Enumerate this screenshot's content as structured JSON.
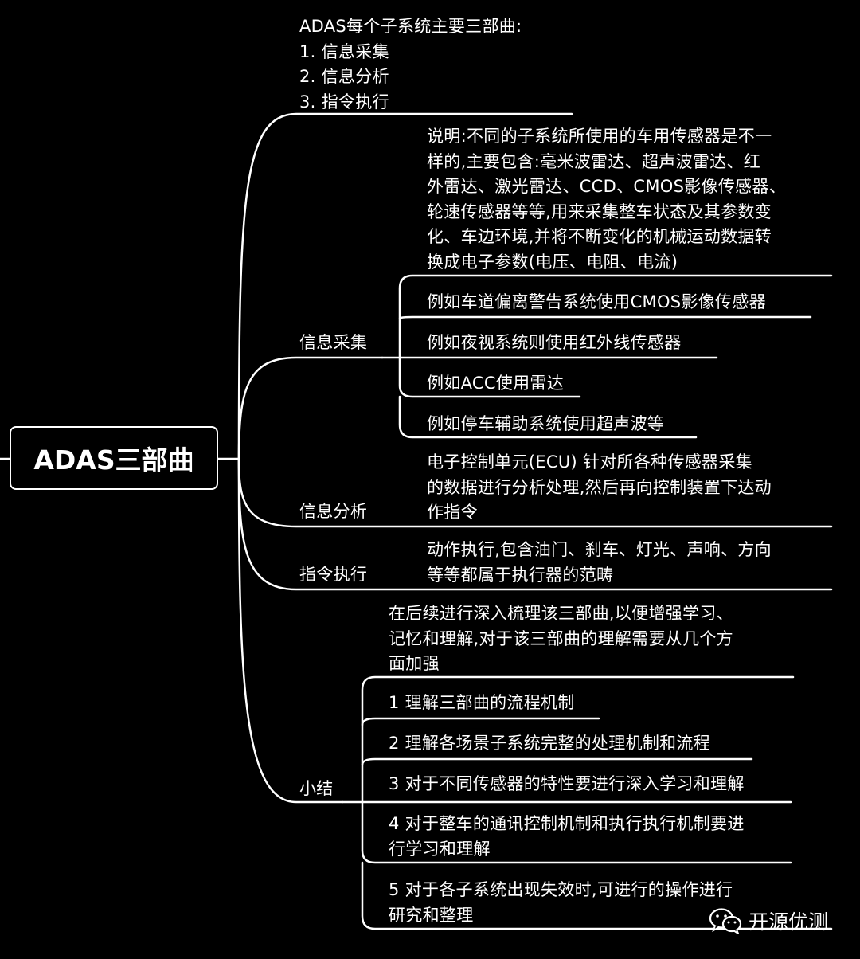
{
  "root": {
    "label": "ADAS三部曲"
  },
  "intro": {
    "text": "ADAS每个子系统主要三部曲:\n1. 信息采集\n2. 信息分析\n3. 指令执行"
  },
  "branches": {
    "collect": {
      "label": "信息采集",
      "note": "说明:不同的子系统所使用的车用传感器是不一\n样的,主要包含:毫米波雷达、超声波雷达、红\n外雷达、激光雷达、CCD、CMOS影像传感器、\n轮速传感器等等,用来采集整车状态及其参数变\n化、车边环境,并将不断变化的机械运动数据转\n换成电子参数(电压、电阻、电流)",
      "items": [
        "例如车道偏离警告系统使用CMOS影像传感器",
        "例如夜视系统则使用红外线传感器",
        "例如ACC使用雷达",
        "例如停车辅助系统使用超声波等"
      ]
    },
    "analyze": {
      "label": "信息分析",
      "text": "电子控制单元(ECU) 针对所各种传感器采集\n的数据进行分析处理,然后再向控制装置下达动\n作指令"
    },
    "execute": {
      "label": "指令执行",
      "text": "动作执行,包含油门、刹车、灯光、声响、方向\n等等都属于执行器的范畴"
    },
    "summary": {
      "label": "小结",
      "intro": "在后续进行深入梳理该三部曲,以便增强学习、\n记忆和理解,对于该三部曲的理解需要从几个方\n面加强",
      "items": [
        "1 理解三部曲的流程机制",
        "2 理解各场景子系统完整的处理机制和流程",
        "3 对于不同传感器的特性要进行深入学习和理解",
        "4 对于整车的通讯控制机制和执行执行机制要进\n行学习和理解",
        "5 对于各子系统出现失效时,可进行的操作进行\n研究和整理"
      ]
    }
  },
  "watermark": {
    "label": "开源优测",
    "icon": "wechat-icon"
  }
}
